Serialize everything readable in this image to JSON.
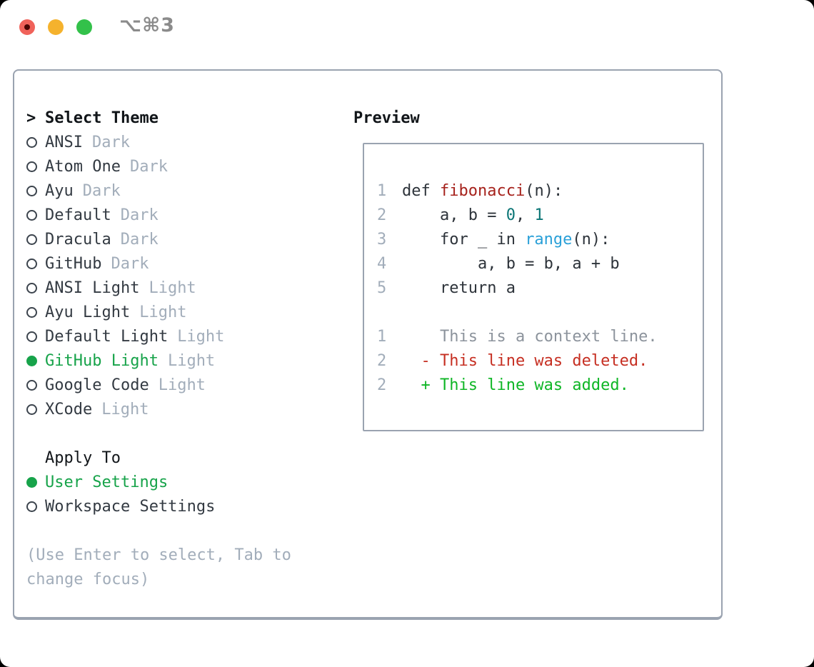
{
  "window": {
    "shortcut_label": "⌥⌘3"
  },
  "theme_panel": {
    "header_marker": ">",
    "header": "Select Theme",
    "items": [
      {
        "name": "ANSI",
        "variant": "Dark",
        "selected": false
      },
      {
        "name": "Atom One",
        "variant": "Dark",
        "selected": false
      },
      {
        "name": "Ayu",
        "variant": "Dark",
        "selected": false
      },
      {
        "name": "Default",
        "variant": "Dark",
        "selected": false
      },
      {
        "name": "Dracula",
        "variant": "Dark",
        "selected": false
      },
      {
        "name": "GitHub",
        "variant": "Dark",
        "selected": false
      },
      {
        "name": "ANSI Light",
        "variant": "Light",
        "selected": false
      },
      {
        "name": "Ayu Light",
        "variant": "Light",
        "selected": false
      },
      {
        "name": "Default Light",
        "variant": "Light",
        "selected": false
      },
      {
        "name": "GitHub Light",
        "variant": "Light",
        "selected": true
      },
      {
        "name": "Google Code",
        "variant": "Light",
        "selected": false
      },
      {
        "name": "XCode",
        "variant": "Light",
        "selected": false
      }
    ]
  },
  "apply_to": {
    "header": "Apply To",
    "items": [
      {
        "label": "User Settings",
        "selected": true
      },
      {
        "label": "Workspace Settings",
        "selected": false
      }
    ]
  },
  "help": {
    "lines": [
      "(Use Enter to select, Tab to",
      "change focus)"
    ]
  },
  "preview": {
    "header": "Preview",
    "lines": [
      {
        "num": "",
        "segments": []
      },
      {
        "num": "1",
        "segments": [
          {
            "t": "def ",
            "s": "code"
          },
          {
            "t": "fibonacci",
            "s": "func"
          },
          {
            "t": "(n):",
            "s": "code"
          }
        ]
      },
      {
        "num": "2",
        "segments": [
          {
            "t": "    a, b = ",
            "s": "code"
          },
          {
            "t": "0",
            "s": "number"
          },
          {
            "t": ", ",
            "s": "code"
          },
          {
            "t": "1",
            "s": "number"
          }
        ]
      },
      {
        "num": "3",
        "segments": [
          {
            "t": "    for _ in ",
            "s": "code"
          },
          {
            "t": "range",
            "s": "builtin"
          },
          {
            "t": "(n):",
            "s": "code"
          }
        ]
      },
      {
        "num": "4",
        "segments": [
          {
            "t": "        a, b = b, a + b",
            "s": "code"
          }
        ]
      },
      {
        "num": "5",
        "segments": [
          {
            "t": "    return a",
            "s": "code"
          }
        ]
      },
      {
        "num": "",
        "segments": []
      },
      {
        "num": "1",
        "segments": [
          {
            "t": "    This is a context line.",
            "s": "context"
          }
        ]
      },
      {
        "num": "2",
        "segments": [
          {
            "t": "  - This line was deleted.",
            "s": "deleted"
          }
        ]
      },
      {
        "num": "2",
        "segments": [
          {
            "t": "  + This line was added.",
            "s": "added"
          }
        ]
      },
      {
        "num": "",
        "segments": []
      }
    ]
  },
  "colors": {
    "accent_green": "#17a34a",
    "heading": "#111519",
    "text_dark": "#333a42",
    "code_text": "#2d333a",
    "muted_gray": "#a2adba",
    "context_gray": "#8c939c",
    "function_red": "#a6221c",
    "number_teal": "#0c7676",
    "builtin_blue": "#2aa0d8",
    "deleted_red": "#c62f22",
    "added_green": "#0fb626",
    "panel_border": "#9aa3b0",
    "radio_ring": "#3c444d",
    "shortcut_gray": "#8b8b8b",
    "traffic_red": "#f0625a",
    "traffic_red_dot": "#4a0503",
    "traffic_yellow": "#f5b22d",
    "traffic_green": "#33c14a"
  }
}
